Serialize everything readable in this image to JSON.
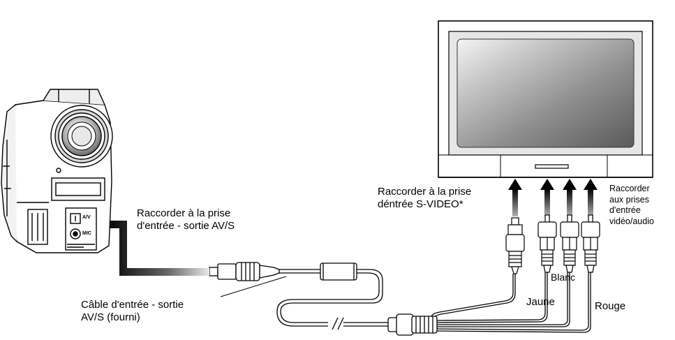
{
  "labels": {
    "camcorder_port_line1": "Raccorder à la prise",
    "camcorder_port_line2": "d'entrée - sortie AV/S",
    "cable_line1": "Câble d'entrée - sortie",
    "cable_line2": "AV/S (fourni)",
    "svideo_line1": "Raccorder à la prise",
    "svideo_line2": "déntrée S-VIDEO*",
    "av_inputs_line1": "Raccorder",
    "av_inputs_line2": "aux prises",
    "av_inputs_line3": "d'entrée",
    "av_inputs_line4": "vidéo/audio",
    "yellow": "Jaune",
    "white": "Blanc",
    "red": "Rouge"
  },
  "camcorder": {
    "av_jack": "A/V",
    "mic_jack": "MIC"
  }
}
